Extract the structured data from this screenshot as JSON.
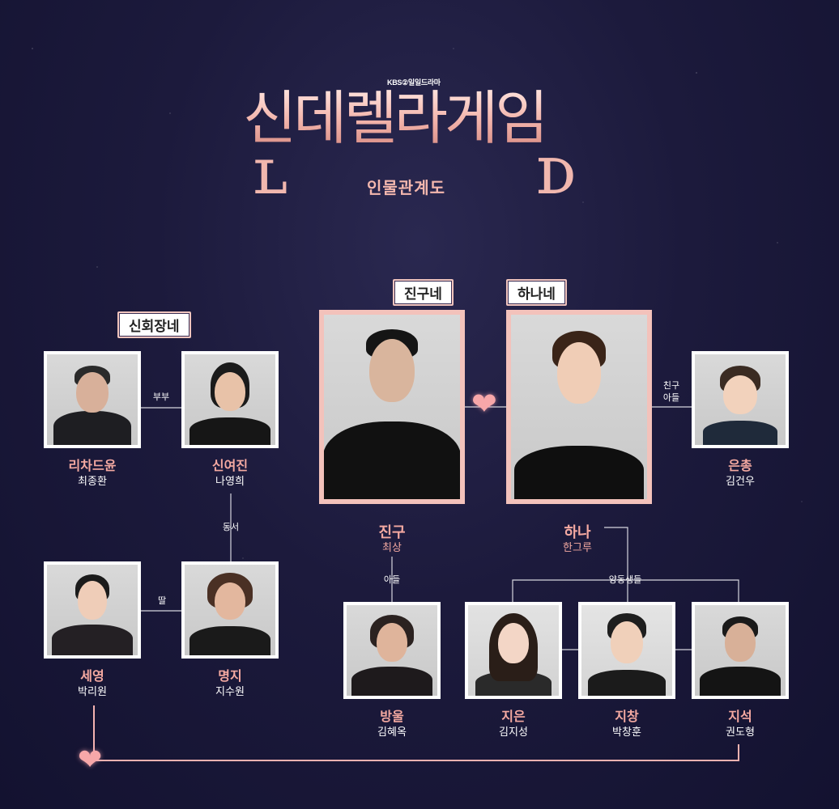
{
  "header": {
    "network": "KBS②일일드라마",
    "title": "신데렐라게임",
    "subtitle": "인물관계도"
  },
  "groups": {
    "shin": "신회장네",
    "jingu": "진구네",
    "hana": "하나네"
  },
  "relations": {
    "spouse": "부부",
    "sister_in_law": "동서",
    "daughter": "딸",
    "friend_son_line1": "친구",
    "friend_son_line2": "아들",
    "son": "아들",
    "adopted_siblings": "양동생들"
  },
  "characters": {
    "richard": {
      "name": "리차드윤",
      "actor": "최종환"
    },
    "yeojin": {
      "name": "신여진",
      "actor": "나영희"
    },
    "seyoung": {
      "name": "세영",
      "actor": "박리원"
    },
    "myungji": {
      "name": "명지",
      "actor": "지수원"
    },
    "jingu": {
      "name": "진구",
      "actor": "최상"
    },
    "hana": {
      "name": "하나",
      "actor": "한그루"
    },
    "eunchong": {
      "name": "은총",
      "actor": "김건우"
    },
    "bangul": {
      "name": "방울",
      "actor": "김혜옥"
    },
    "jieun": {
      "name": "지은",
      "actor": "김지성"
    },
    "jichang": {
      "name": "지창",
      "actor": "박창훈"
    },
    "jiseok": {
      "name": "지석",
      "actor": "권도형"
    }
  },
  "colors": {
    "accent_pink": "#f4a9a1",
    "frame_pink": "#f3c2bb",
    "line": "#cfcfd8",
    "heart": "#f7a7a9"
  },
  "icons": {
    "heart": "heart-icon"
  }
}
